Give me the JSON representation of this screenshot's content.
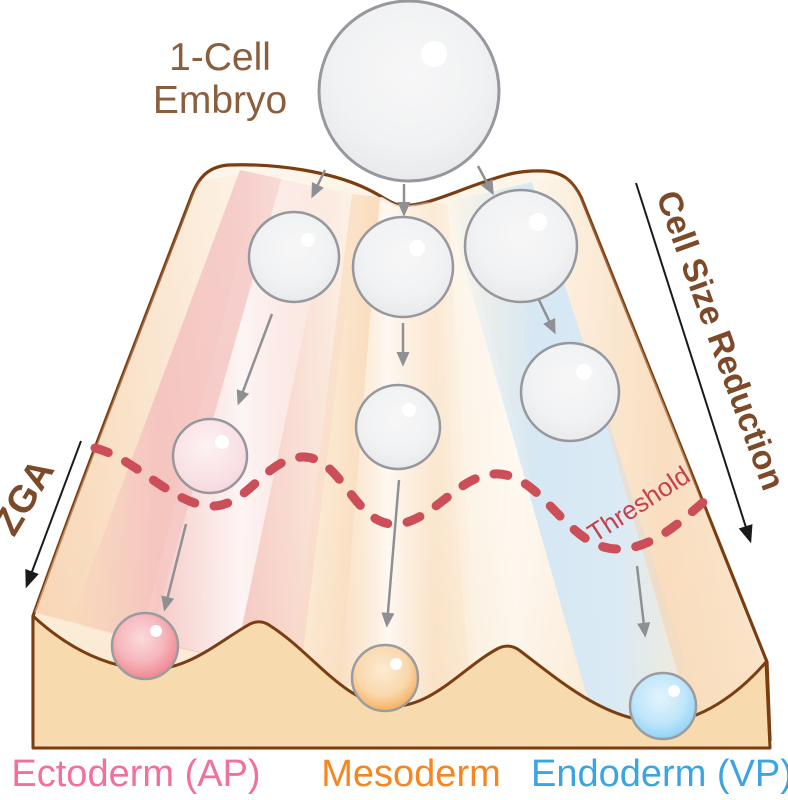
{
  "labels": {
    "embryo_line1": "1-Cell",
    "embryo_line2": "Embryo",
    "zga": "ZGA",
    "cell_size_reduction": "Cell Size Reduction",
    "threshold": "Threshold"
  },
  "fates": [
    {
      "name": "Ectoderm (AP)",
      "color": "#F2709C"
    },
    {
      "name": "Mesoderm",
      "color": "#F6861F"
    },
    {
      "name": "Endoderm (VP)",
      "color": "#3CA4E0"
    }
  ],
  "colors": {
    "brown_text": "#8B5E3E",
    "brown_bold": "#7C4A28",
    "outline_brown": "#7A3E12",
    "threshold_red": "#C5414F",
    "foreground_tan": "#F7DAAE",
    "arrow_gray": "#8F9094",
    "arrow_black": "#1A1A1A"
  }
}
